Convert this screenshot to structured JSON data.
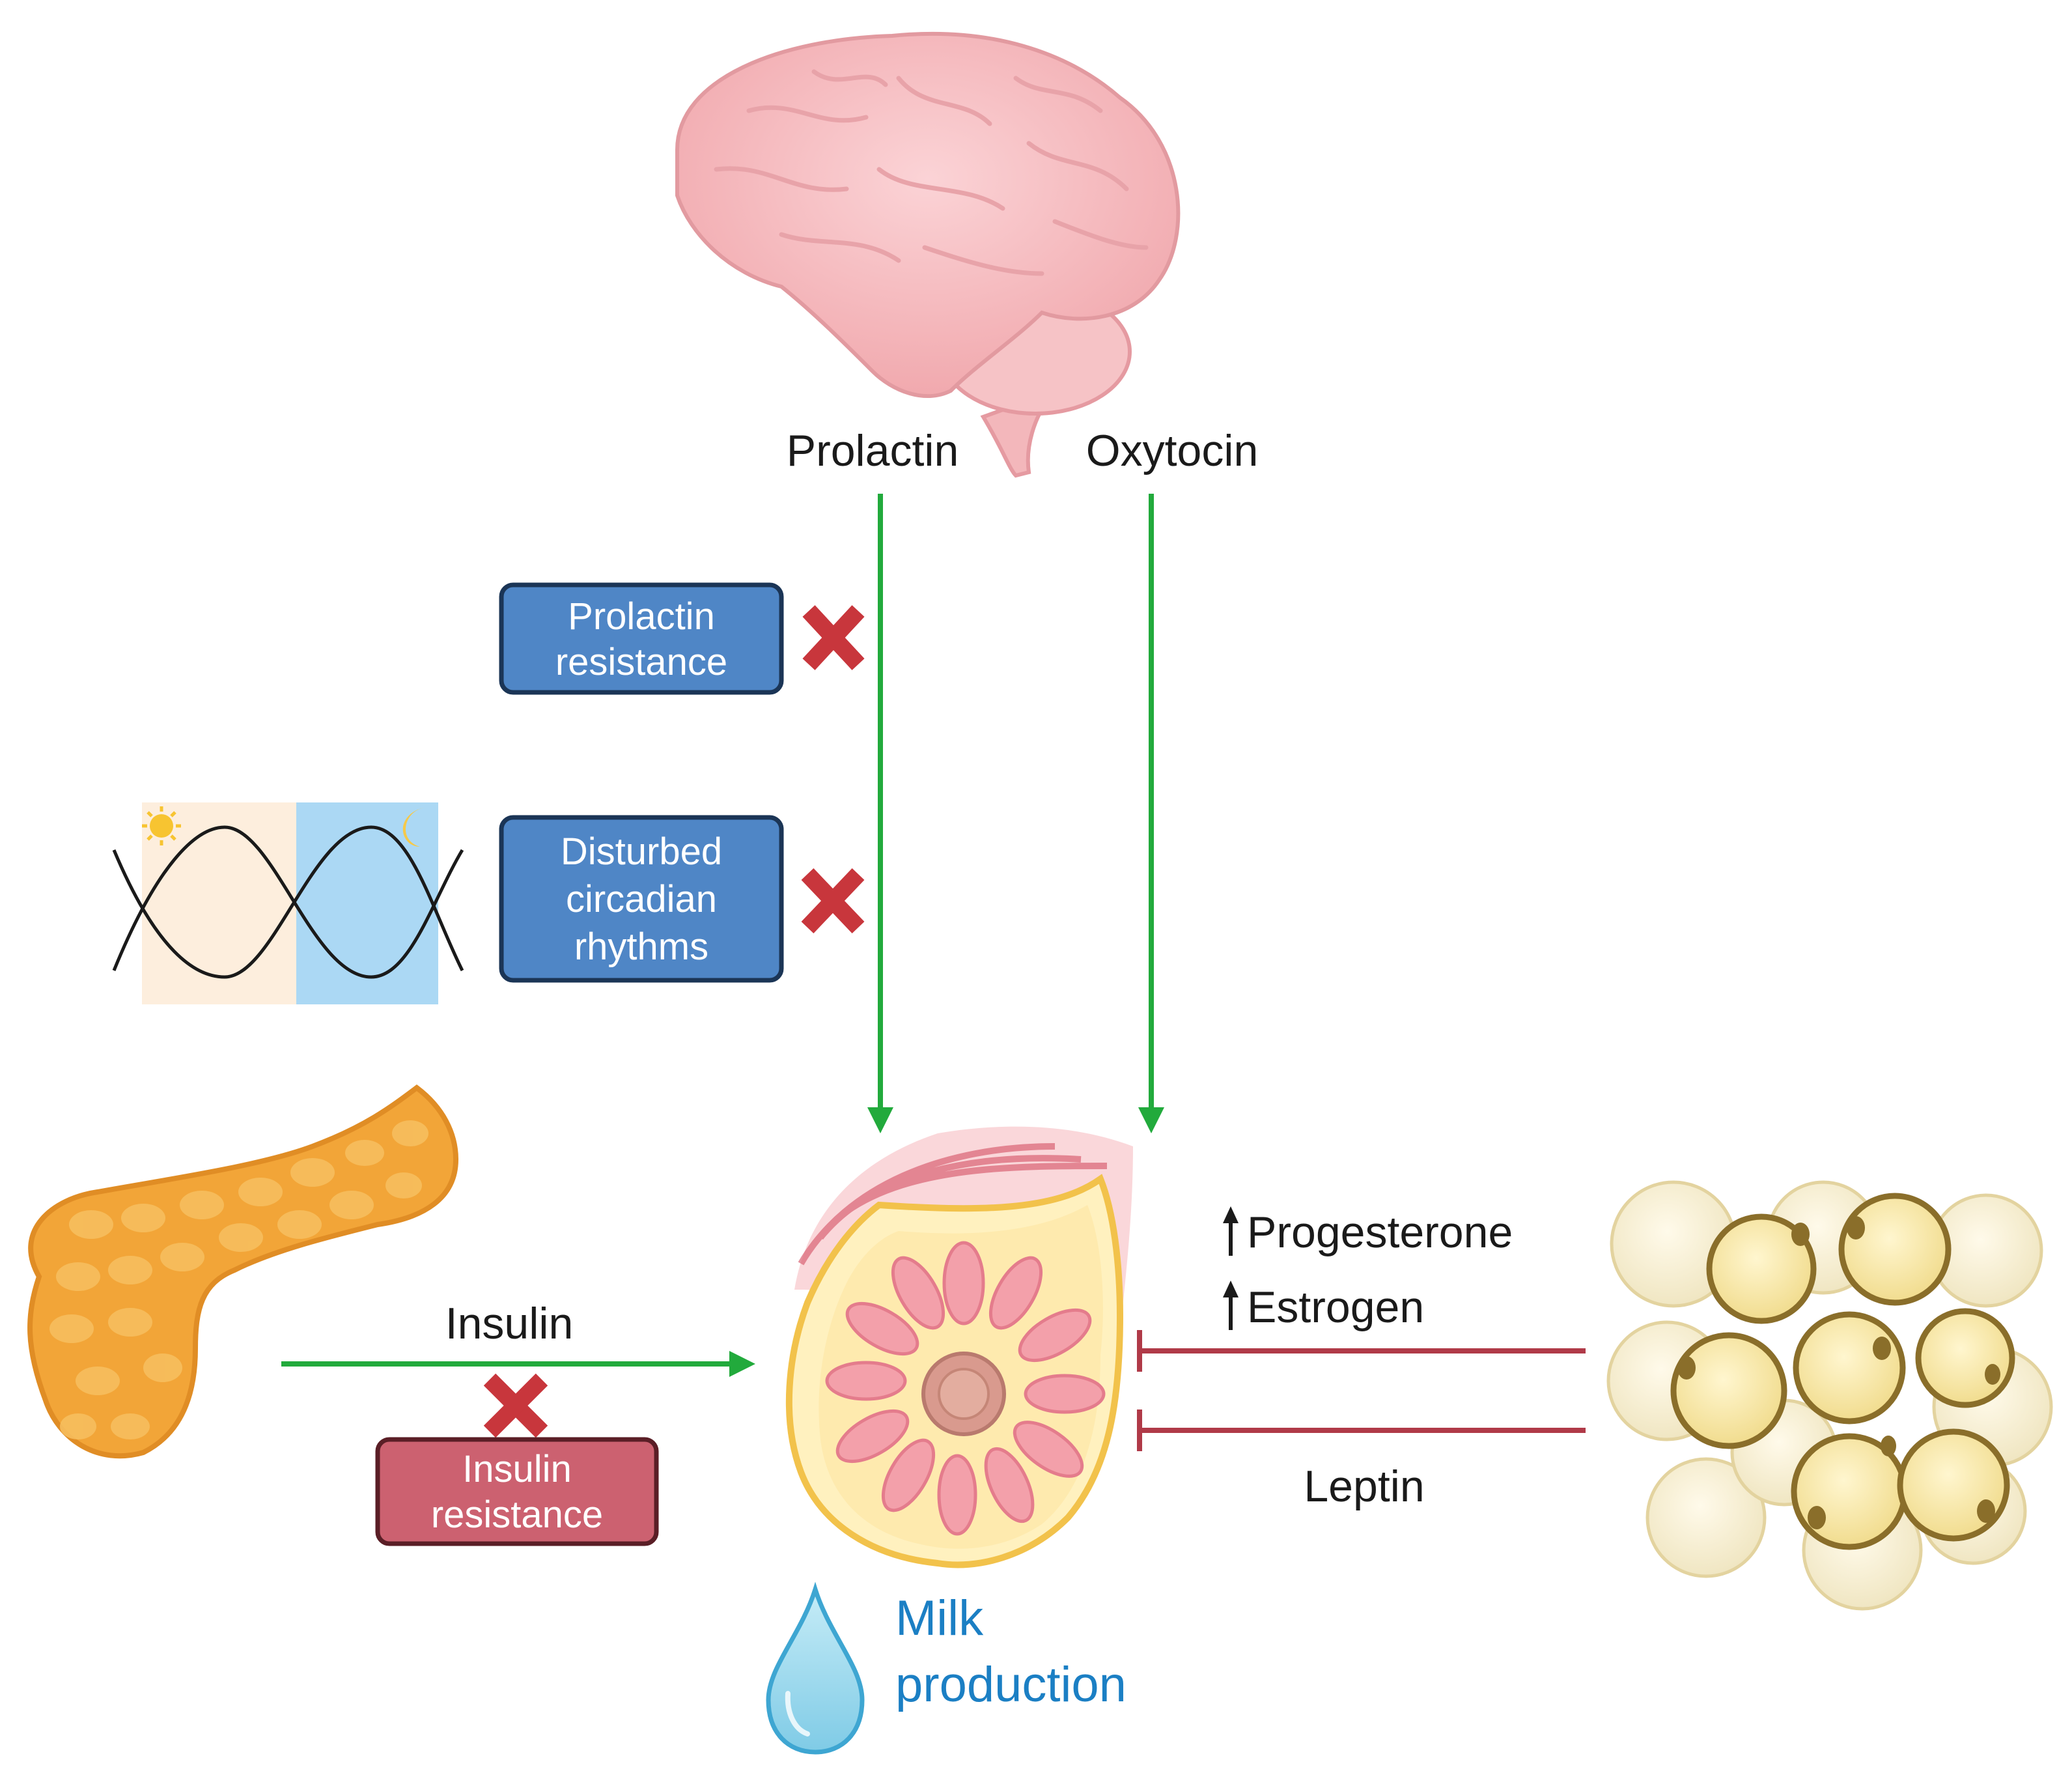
{
  "hormones": {
    "prolactin": "Prolactin",
    "oxytocin": "Oxytocin",
    "insulin": "Insulin",
    "progesterone": "Progesterone",
    "estrogen": "Estrogen",
    "leptin": "Leptin"
  },
  "boxes": {
    "prolactin_resistance": [
      "Prolactin",
      "resistance"
    ],
    "circadian": [
      "Disturbed",
      "circadian",
      "rhythms"
    ],
    "insulin_resistance": [
      "Insulin",
      "resistance"
    ]
  },
  "output": [
    "Milk",
    "production"
  ],
  "colors": {
    "stimulate": "#22aa3c",
    "inhibit": "#b03a48",
    "block": "#c8363c",
    "blue_box": "#4f86c6",
    "red_box": "#cc6170",
    "milk_text": "#1b7fc4"
  },
  "icons": {
    "brain": "brain-icon",
    "pancreas": "pancreas-icon",
    "adipose": "adipose-cells-icon",
    "breast": "mammary-gland-icon",
    "circadian": "day-night-wave-icon",
    "drop": "milk-drop-icon"
  }
}
